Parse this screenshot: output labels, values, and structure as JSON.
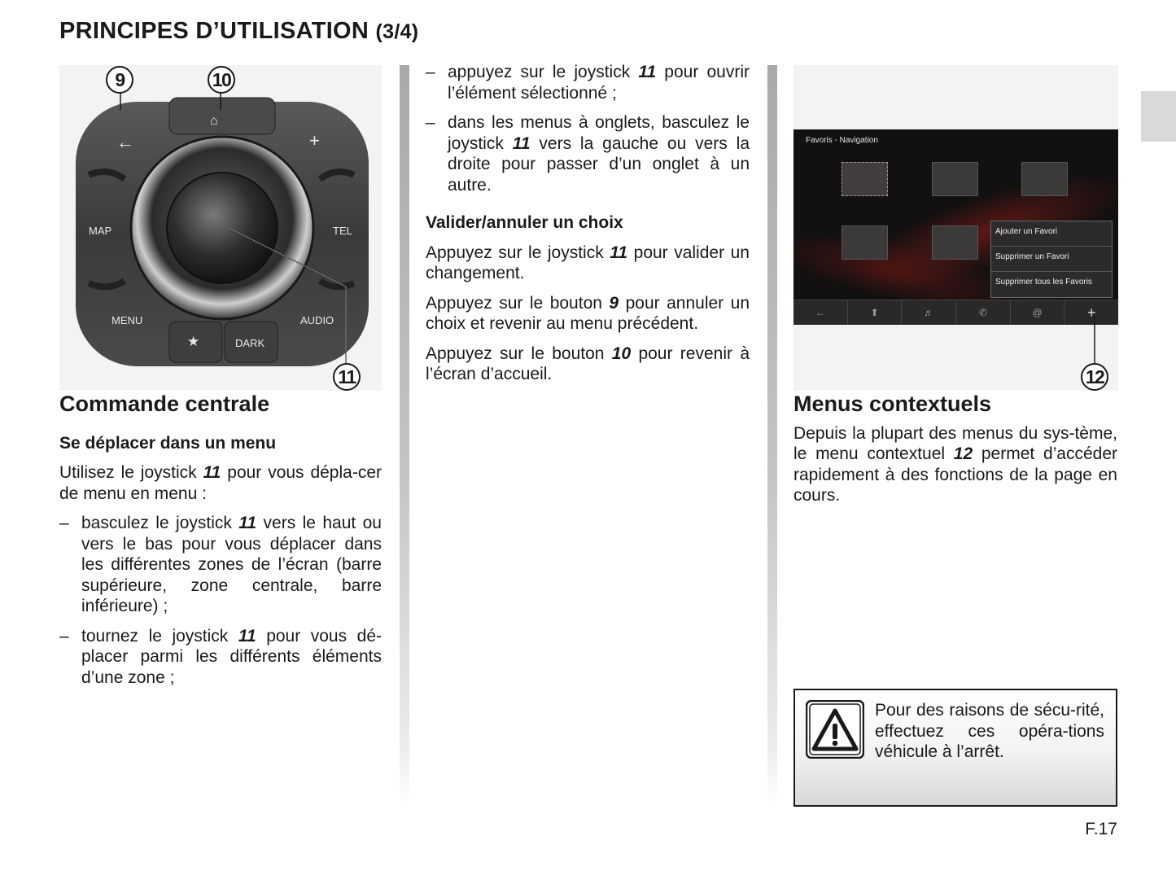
{
  "header": {
    "title": "PRINCIPES D’UTILISATION",
    "title_suffix": "(3/4)"
  },
  "figure_joystick": {
    "callouts": {
      "c9": "9",
      "c10": "10",
      "c11": "11"
    },
    "buttons": {
      "back": "←",
      "plus": "+",
      "map": "MAP",
      "tel": "TEL",
      "menu": "MENU",
      "audio": "AUDIO",
      "star": "★",
      "dark": "DARK"
    }
  },
  "col1": {
    "heading": "Commande centrale",
    "subheading": "Se déplacer dans un menu",
    "intro_a": "Utilisez le joystick ",
    "intro_ref": "11",
    "intro_b": " pour vous dépla-cer de menu en menu :",
    "bullets": [
      {
        "dash": "–",
        "a": "basculez le joystick ",
        "ref": "11",
        "b": " vers le haut ou vers le bas pour vous déplacer dans les différentes zones de l’écran (barre supérieure, zone centrale, barre inférieure) ;"
      },
      {
        "dash": "–",
        "a": "tournez le joystick ",
        "ref": "11",
        "b": " pour vous dé-placer parmi les différents éléments d’une zone ;"
      }
    ]
  },
  "col2": {
    "bullets": [
      {
        "dash": "–",
        "a": "appuyez sur le joystick ",
        "ref": "11",
        "b": " pour ouvrir l’élément sélectionné ;"
      },
      {
        "dash": "–",
        "a": "dans les menus à onglets, basculez le joystick ",
        "ref": "11",
        "b": " vers la gauche ou vers la droite pour passer d’un onglet à un autre."
      }
    ],
    "subheading": "Valider/annuler un choix",
    "paragraphs": [
      {
        "a": "Appuyez sur le joystick ",
        "ref": "11",
        "b": " pour valider un changement."
      },
      {
        "a": "Appuyez sur le bouton ",
        "ref": "9",
        "b": " pour annuler un choix et revenir au menu précédent."
      },
      {
        "a": "Appuyez sur le bouton ",
        "ref": "10",
        "b": " pour revenir à l’écran d’accueil."
      }
    ]
  },
  "figure_screen": {
    "title": "Favoris - Navigation",
    "context_menu": [
      "Ajouter un Favori",
      "Supprimer un Favori",
      "Supprimer tous les Favoris"
    ],
    "bar_tabs": [
      "←",
      "⬆",
      "♬",
      "✆",
      "@",
      "+"
    ],
    "callout": "12"
  },
  "col3": {
    "heading": "Menus contextuels",
    "para_a": "Depuis la plupart des menus du sys-tème, le menu contextuel ",
    "para_ref": "12",
    "para_b": " permet d’accéder rapidement à des fonctions de la page en cours."
  },
  "warning": {
    "icon": "warning-triangle-icon",
    "text": "Pour des raisons de sécu-rité, effectuez ces opéra-tions véhicule à l’arrêt."
  },
  "footer": {
    "page_number": "F.17"
  }
}
